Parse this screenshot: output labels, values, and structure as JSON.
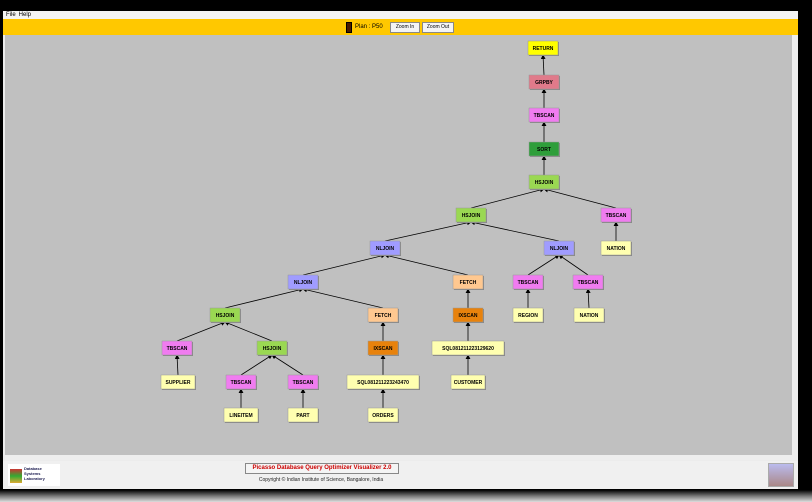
{
  "menu": [
    "File",
    "Help"
  ],
  "toolbar": {
    "plan_label": "Plan : P50",
    "zoom_in": "Zoom In",
    "zoom_out": "Zoom Out",
    "plan_color": "#4a1a00"
  },
  "footer": {
    "title": "Picasso Database Query Optimizer Visualizer 2.0",
    "copyright": "Copyright © Indian Institute of Science, Bangalore, India",
    "logo_text": "Database Systems Laboratory"
  },
  "colors": {
    "RETURN": "#ffff00",
    "GRPBY": "#e07a8a",
    "TBSCAN": "#f07cf0",
    "SORT": "#2e9e3a",
    "HSJOIN": "#9ad852",
    "NLJOIN": "#a09cff",
    "FETCH": "#ffc890",
    "IXSCAN": "#e8820c",
    "base": "#ffffb0"
  },
  "plan_tree": {
    "nodes": [
      "RETURN",
      "GRPBY",
      "TBSCAN",
      "SORT",
      "HSJOIN",
      "HSJOIN",
      "TBSCAN",
      "NLJOIN",
      "NLJOIN",
      "NATION",
      "NLJOIN",
      "FETCH",
      "TBSCAN",
      "TBSCAN",
      "HSJOIN",
      "FETCH",
      "IXSCAN",
      "REGION",
      "NATION",
      "TBSCAN",
      "HSJOIN",
      "IXSCAN",
      "SQL081211223129620",
      "SUPPLIER",
      "TBSCAN",
      "TBSCAN",
      "SQL081211223243470",
      "CUSTOMER",
      "LINEITEM",
      "PART",
      "ORDERS"
    ],
    "edges": [
      [
        1,
        0
      ],
      [
        2,
        1
      ],
      [
        3,
        2
      ],
      [
        4,
        3
      ],
      [
        5,
        4
      ],
      [
        6,
        4
      ],
      [
        7,
        5
      ],
      [
        8,
        5
      ],
      [
        9,
        6
      ],
      [
        10,
        7
      ],
      [
        11,
        7
      ],
      [
        12,
        8
      ],
      [
        13,
        8
      ],
      [
        14,
        10
      ],
      [
        15,
        10
      ],
      [
        16,
        11
      ],
      [
        17,
        12
      ],
      [
        18,
        13
      ],
      [
        19,
        14
      ],
      [
        20,
        14
      ],
      [
        21,
        15
      ],
      [
        22,
        16
      ],
      [
        23,
        19
      ],
      [
        24,
        20
      ],
      [
        25,
        20
      ],
      [
        26,
        21
      ],
      [
        27,
        22
      ],
      [
        28,
        24
      ],
      [
        29,
        25
      ],
      [
        30,
        26
      ]
    ]
  }
}
